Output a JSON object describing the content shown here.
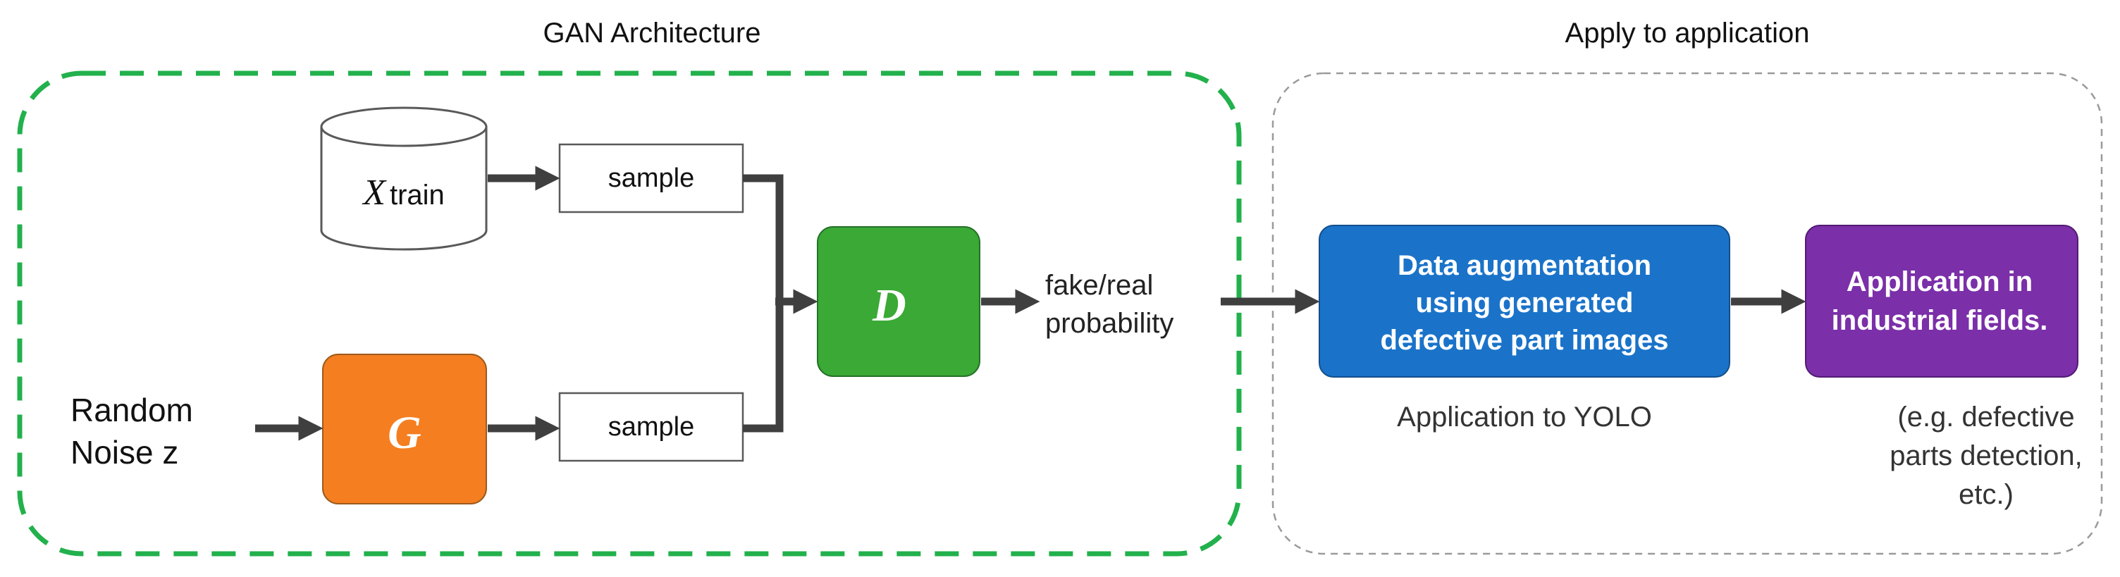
{
  "titles": {
    "gan": "GAN Architecture",
    "apply": "Apply to application"
  },
  "gan": {
    "dataset_symbol": "X",
    "dataset_subscript": "train",
    "sample_top": "sample",
    "sample_bottom": "sample",
    "noise_lines": [
      "Random",
      "Noise z"
    ],
    "generator": "G",
    "discriminator": "D",
    "output_lines": [
      "fake/real",
      "probability"
    ]
  },
  "apply": {
    "augmentation_lines": [
      "Data augmentation",
      "using generated",
      "defective part images"
    ],
    "augmentation_caption": "Application to YOLO",
    "industrial_lines": [
      "Application in",
      "industrial fields."
    ],
    "industrial_caption_lines": [
      "(e.g. defective",
      "parts detection,",
      "etc.)"
    ]
  },
  "colors": {
    "green_border": "#22b14c",
    "grey_border": "#9a9a9a",
    "generator": "#f57e20",
    "discriminator": "#3aa935",
    "augmentation": "#1a73c9",
    "industrial": "#7b2fa8",
    "arrow": "#3f3f3f"
  }
}
